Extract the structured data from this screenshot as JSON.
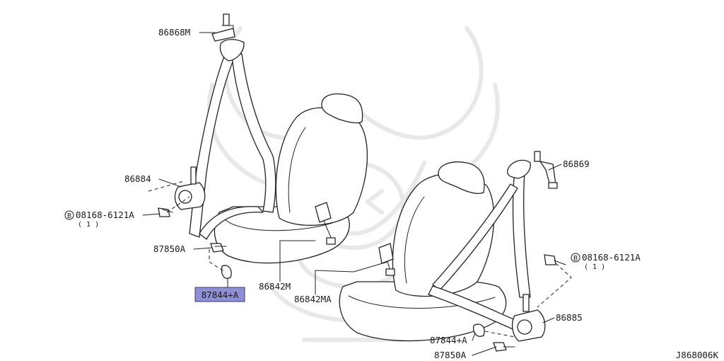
{
  "diagram_code": "J868006K",
  "labels": {
    "guide_left": "86868M",
    "guide_right": "86869",
    "retractor_left": "86884",
    "retractor_right": "86885",
    "bolt_left": "08168-6121A",
    "bolt_left_qty": "( 1 )",
    "bolt_right": "08168-6121A",
    "bolt_right_qty": "( 1 )",
    "bolt_circle": "B",
    "anchor_bolt_left": "87850A",
    "anchor_bolt_right": "87850A",
    "cover_left_highlight": "87844+A",
    "cover_right": "87844+A",
    "buckle_left": "86842M",
    "buckle_right": "86842MA"
  },
  "highlight_color": "#8f8fd6"
}
